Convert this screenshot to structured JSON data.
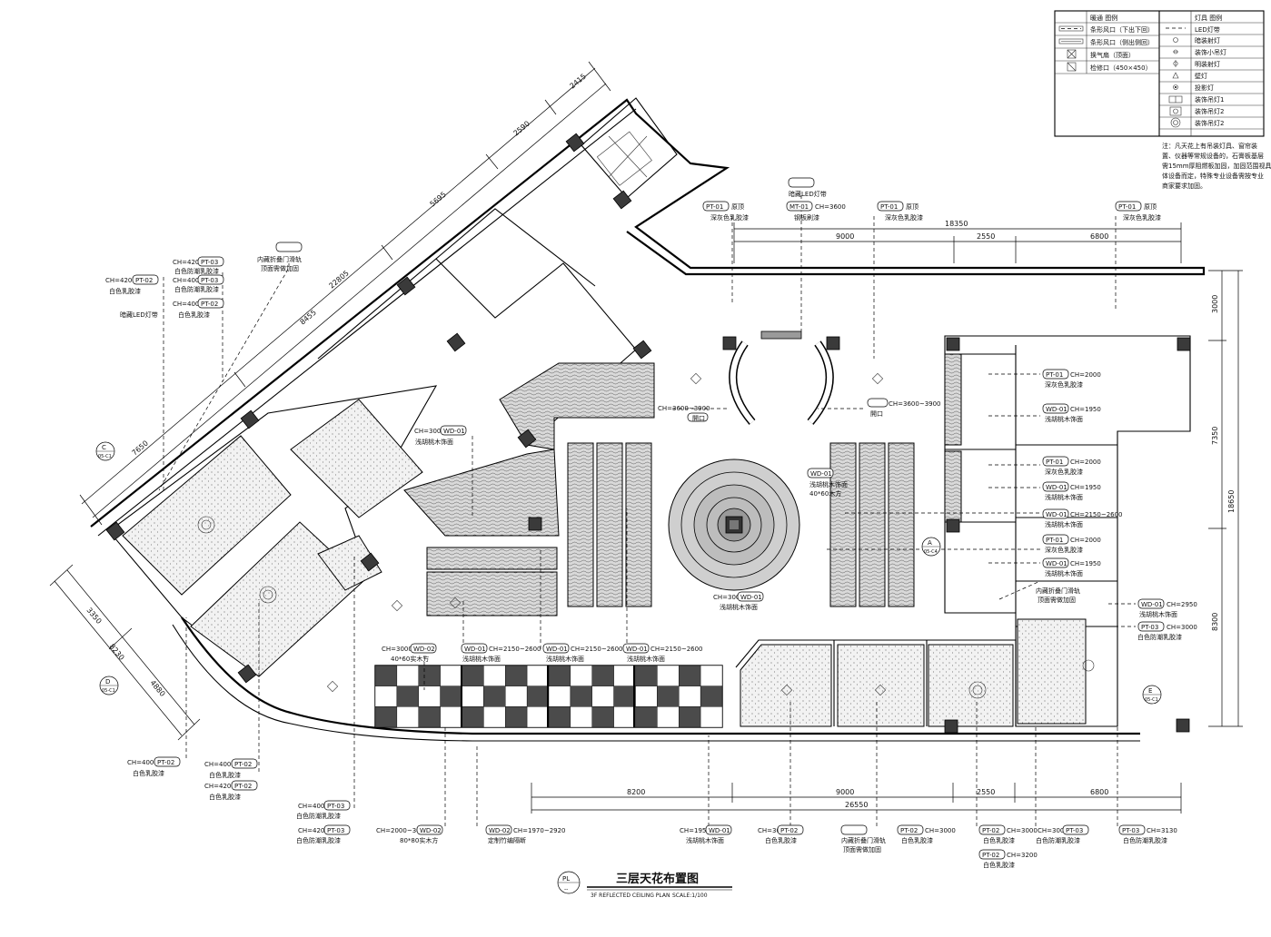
{
  "legend_hvac": {
    "header": "暖通 图例",
    "items": [
      "条形风口（下出下回）",
      "条形风口（侧出侧回）",
      "换气扇（顶面）",
      "检修口（450×450）"
    ]
  },
  "legend_light": {
    "header": "灯具 图例",
    "items": [
      "LED灯带",
      "暗装射灯",
      "装饰小吊灯",
      "明装射灯",
      "壁灯",
      "投影灯",
      "装饰吊灯1",
      "装饰吊灯2",
      "装饰吊灯2"
    ]
  },
  "legend_note": [
    "注：凡天花上有吊装灯具、窗帘装",
    "置、仪器等常规设备的，石膏板基层",
    "需15mm厚阻燃板加固，加固范围视具",
    "体设备而定，特殊专业设备需按专业",
    "商家要求加固。"
  ],
  "dims_top": {
    "total": "18350",
    "a": "9000",
    "b": "2550",
    "c": "6800"
  },
  "dims_bottom": {
    "total": "26550",
    "a": "8200",
    "b": "9000",
    "c": "2550",
    "d": "6800"
  },
  "dims_right": {
    "a": "3000",
    "b": "7350",
    "c": "18650",
    "d": "8300"
  },
  "dims_diag": {
    "a": "2415",
    "b": "2590",
    "c": "5695",
    "d": "22805",
    "e": "8455",
    "f": "7650"
  },
  "dims_left": {
    "a": "3350",
    "b": "8230",
    "c": "4880"
  },
  "section_marks": {
    "c": "C",
    "c_sub": "05-C1",
    "d": "D",
    "d_sub": "05-C1",
    "a": "A",
    "a_sub": "05-C4",
    "e": "E",
    "e_sub": "05-C1"
  },
  "callouts": {
    "pt01_top_left": {
      "code": "PT-01",
      "text1": "原顶",
      "text2": "深灰色乳胶漆"
    },
    "led_top": {
      "text": "暗藏LED灯带"
    },
    "mt01_top": {
      "code": "MT-01",
      "ch": "CH=3600",
      "text": "钢板刷漆"
    },
    "pt01_top_mid": {
      "code": "PT-01",
      "text1": "原顶",
      "text2": "深灰色乳胶漆"
    },
    "pt01_top_right": {
      "code": "PT-01",
      "text1": "原顶",
      "text2": "深灰色乳胶漆"
    },
    "hidden_door": {
      "text1": "内藏折叠门滑轨",
      "text2": "顶面需做加固"
    },
    "l1": {
      "ch": "CH=4200",
      "code": "PT-03",
      "text": "白色防潮乳胶漆"
    },
    "l2": {
      "ch": "CH=4200",
      "code": "PT-02",
      "text": "白色乳胶漆"
    },
    "l3": {
      "ch": "CH=4000",
      "code": "PT-03",
      "text": "白色防潮乳胶漆"
    },
    "l4": {
      "ch": "CH=4000",
      "code": "PT-02",
      "text": "白色乳胶漆"
    },
    "l5": {
      "text": "暗藏LED灯带"
    },
    "wd01_mid": {
      "ch": "CH=3000",
      "code": "WD-01",
      "text": "浅胡桃木饰面"
    },
    "ch_open_l": {
      "ch": "CH=3600~3900",
      "text": "開口"
    },
    "ch_open_r": {
      "ch": "CH=3600~3900",
      "text": "開口"
    },
    "wd01_round": {
      "code": "WD-01",
      "text1": "浅胡桃木饰面",
      "text2": "40*60木方"
    },
    "wd01_center": {
      "ch": "CH=3000",
      "code": "WD-01",
      "text": "浅胡桃木饰面"
    },
    "r1": {
      "code": "PT-01",
      "ch": "CH=2000",
      "text": "深灰色乳胶漆"
    },
    "r2": {
      "code": "WD-01",
      "ch": "CH=1950",
      "text": "浅胡桃木饰面"
    },
    "r3": {
      "code": "PT-01",
      "ch": "CH=2000",
      "text": "深灰色乳胶漆"
    },
    "r4": {
      "code": "WD-01",
      "ch": "CH=1950",
      "text": "浅胡桃木饰面"
    },
    "r5": {
      "code": "WD-01",
      "ch": "CH=2150~2600",
      "text": "浅胡桃木饰面"
    },
    "r6": {
      "code": "PT-01",
      "ch": "CH=2000",
      "text": "深灰色乳胶漆"
    },
    "r7": {
      "code": "WD-01",
      "ch": "CH=1950",
      "text": "浅胡桃木饰面"
    },
    "r8": {
      "text1": "内藏折叠门滑轨",
      "text2": "顶面需做加固"
    },
    "r9": {
      "code": "WD-01",
      "ch": "CH=2950",
      "text": "浅胡桃木饰面"
    },
    "r10": {
      "code": "PT-03",
      "ch": "CH=3000",
      "text": "白色防潮乳胶漆"
    },
    "wd02_a": {
      "ch": "CH=3000",
      "code": "WD-02",
      "text": "40*60实木方"
    },
    "wd01_b": {
      "code": "WD-01",
      "ch": "CH=2150~2600",
      "text": "浅胡桃木饰面"
    },
    "wd01_c": {
      "code": "WD-01",
      "ch": "CH=2150~2600",
      "text": "浅胡桃木饰面"
    },
    "wd01_d": {
      "code": "WD-01",
      "ch": "CH=2150~2600",
      "text": "浅胡桃木饰面"
    },
    "b1": {
      "ch": "CH=4000",
      "code": "PT-02",
      "text": "白色乳胶漆"
    },
    "b2": {
      "ch": "CH=4000",
      "code": "PT-02",
      "text": "白色乳胶漆"
    },
    "b3": {
      "ch": "CH=4200",
      "code": "PT-02",
      "text": "白色乳胶漆"
    },
    "b4": {
      "ch": "CH=4000",
      "code": "PT-03",
      "text": "白色防潮乳胶漆"
    },
    "b5": {
      "ch": "CH=4200",
      "code": "PT-03",
      "text": "白色防潮乳胶漆"
    },
    "b6": {
      "ch": "CH=2000~3000",
      "code": "WD-02",
      "text": "80*80实木方"
    },
    "b7": {
      "code": "WD-02",
      "ch": "CH=1970~2920",
      "text": "定制竹编隔断"
    },
    "b8": {
      "ch": "CH=1950",
      "code": "WD-01",
      "text": "浅胡桃木饰面"
    },
    "b9": {
      "ch": "CH=3000",
      "code": "PT-02",
      "text": "白色乳胶漆"
    },
    "b10": {
      "text1": "内藏折叠门滑轨",
      "text2": "顶面需做加固"
    },
    "b11": {
      "code": "PT-02",
      "ch": "CH=3000",
      "text": "白色乳胶漆"
    },
    "b12": {
      "code": "PT-02",
      "ch": "CH=3000",
      "text": "白色乳胶漆"
    },
    "b13": {
      "code": "PT-02",
      "ch": "CH=3200",
      "text": "白色乳胶漆"
    },
    "b14": {
      "ch": "CH=3000",
      "code": "PT-03",
      "text": "白色防潮乳胶漆"
    },
    "b15": {
      "code": "PT-03",
      "ch": "CH=3130",
      "text": "白色防潮乳胶漆"
    }
  },
  "title_block": {
    "symbol": "PL",
    "symbol_sub": "--",
    "title": "三层天花布置图",
    "subtitle": "3F REFLECTED CEILING PLAN",
    "scale": "SCALE:1/100"
  }
}
